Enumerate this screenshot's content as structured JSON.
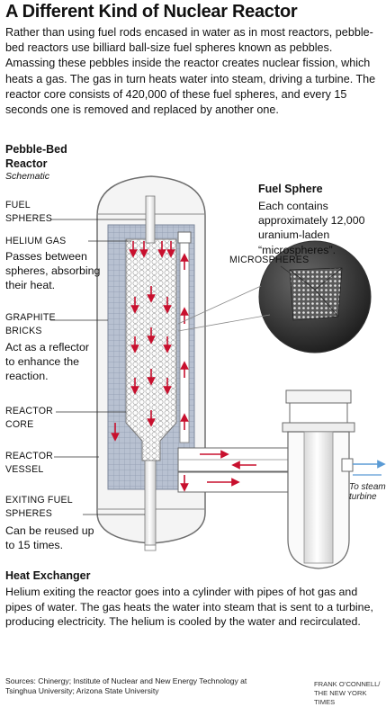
{
  "title": "A Different Kind of Nuclear Reactor",
  "intro": "Rather than using fuel rods encased in water as in most reactors, pebble-bed reactors use billiard ball-size fuel spheres known as pebbles. Amassing these pebbles inside the reactor creates nuclear fission, which heats a gas. The gas in turn heats water into steam, driving a turbine. The reactor core consists of 420,000 of these fuel spheres, and every 15 seconds one is removed and replaced by another one.",
  "reactor": {
    "title": "Pebble-Bed Reactor",
    "subtitle": "Schematic"
  },
  "labels": {
    "fuel_spheres": "FUEL SPHERES",
    "helium_gas": "HELIUM GAS",
    "helium_desc": "Passes between spheres, absorbing their heat.",
    "graphite_bricks": "GRAPHITE BRICKS",
    "graphite_desc": "Act as a reflector to enhance the reaction.",
    "reactor_core": "REACTOR CORE",
    "reactor_vessel": "REACTOR VESSEL",
    "exiting_fuel": "EXITING FUEL SPHERES",
    "exiting_desc": "Can be reused up to 15 times.",
    "microspheres": "MICROSPHERES",
    "to_steam": "To steam turbine"
  },
  "fuel_sphere": {
    "title": "Fuel Sphere",
    "desc": "Each contains approximately 12,000 uranium-laden “microspheres”."
  },
  "heat_exchanger": {
    "title": "Heat Exchanger",
    "desc": "Helium exiting the reactor goes into a cylinder with pipes of hot gas and pipes of water. The gas heats the water into steam that is sent to a turbine, producing electricity. The helium is cooled by the water and recirculated."
  },
  "sources": "Sources: Chinergy; Institute of Nuclear and New Energy Technology at Tsinghua University; Arizona State University",
  "credit": "FRANK O’CONNELL/ THE NEW YORK TIMES",
  "colors": {
    "flow_arrow": "#c8102e",
    "graphite": "#aab4c6",
    "vessel": "#f2f2f2",
    "outline": "#6e6e6e",
    "pipe_water": "#5b9bd5"
  }
}
